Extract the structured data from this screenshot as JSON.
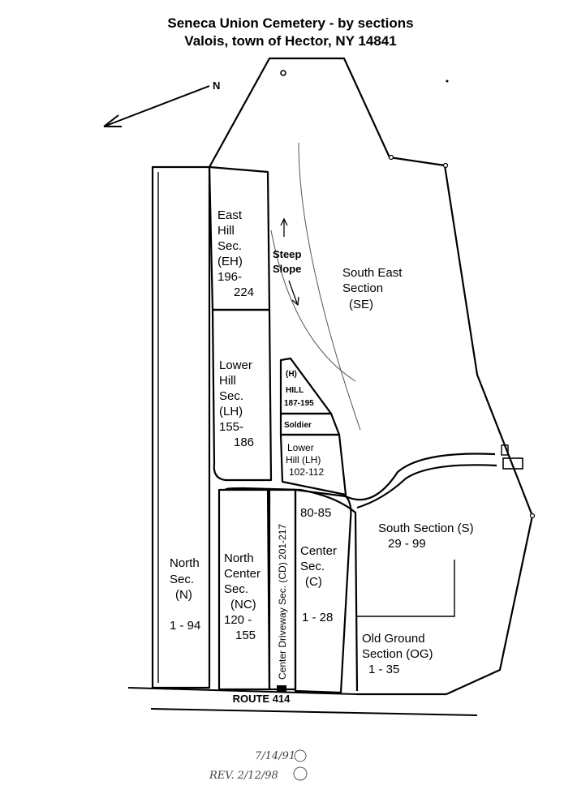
{
  "title": {
    "line1": "Seneca Union Cemetery - by sections",
    "line2": "Valois, town of Hector, NY  14841"
  },
  "compass": {
    "label": "N"
  },
  "sections": {
    "east_hill": [
      "East",
      "Hill",
      "Sec.",
      "(EH)",
      "196-",
      "224"
    ],
    "lower_hill_upper": [
      "Lower",
      "Hill",
      "Sec.",
      "(LH)",
      "155-",
      "186"
    ],
    "hill": [
      "(H)",
      "HILL",
      "187-195"
    ],
    "soldier": "Soldier",
    "lower_hill_small": [
      "Lower",
      "Hill (LH)",
      "102-112"
    ],
    "steep_slope": [
      "Steep",
      "Slope"
    ],
    "south_east": [
      "South East",
      "Section",
      "(SE)"
    ],
    "north": [
      "North",
      "Sec.",
      "(N)",
      "1 - 94"
    ],
    "north_center": [
      "North",
      "Center",
      "Sec.",
      "(NC)",
      "120 -",
      "155"
    ],
    "center_driveway": "Center Driveway Sec. (CD) 201-217",
    "center": [
      "80-85",
      "Center",
      "Sec.",
      "(C)",
      "1 - 28"
    ],
    "south": [
      "South Section (S)",
      "29 - 99"
    ],
    "old_ground": [
      "Old Ground",
      "Section (OG)",
      "1 - 35"
    ]
  },
  "road": "ROUTE 414",
  "annotation": {
    "date1": "7/14/91",
    "rev": "REV. 2/12/98"
  }
}
